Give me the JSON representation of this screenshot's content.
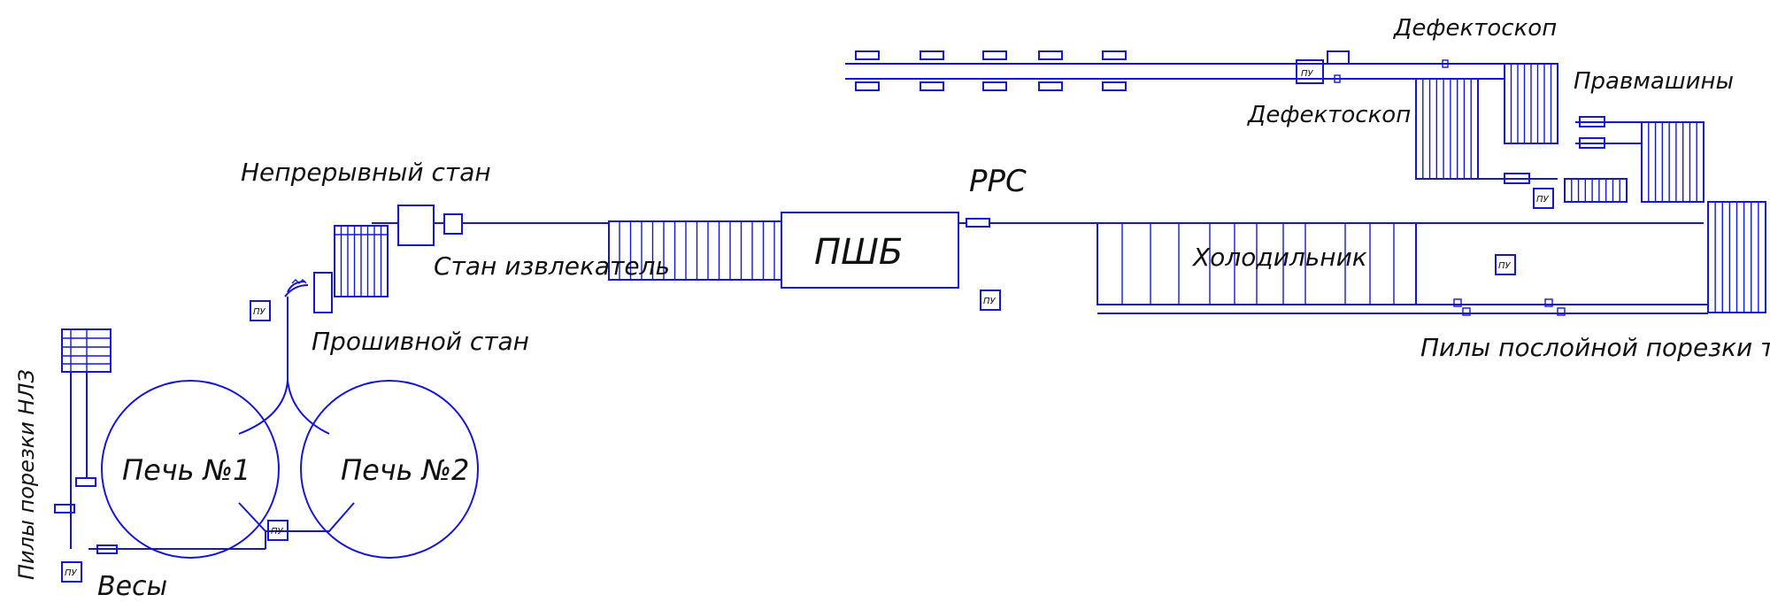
{
  "labels": {
    "defectoscope_top": "Дефектоскоп",
    "defectoscope_mid": "Дефектоскоп",
    "straighteners": "Правмашины",
    "continuous_mill": "Непрерывный стан",
    "rrs": "РРС",
    "extractor_mill": "Стан извлекатель",
    "pshb": "ПШБ",
    "cooler": "Холодильник",
    "piercing_mill": "Прошивной стан",
    "cut_saws": "Пилы послойной порезки труб",
    "furnace1": "Печь №1",
    "furnace2": "Печь №2",
    "nlz_saws": "Пилы порезки НЛЗ",
    "scales": "Весы"
  },
  "pu_label": "ПУ",
  "colors": {
    "line": "#1515d8",
    "text": "#111111",
    "background": "#ffffff"
  }
}
